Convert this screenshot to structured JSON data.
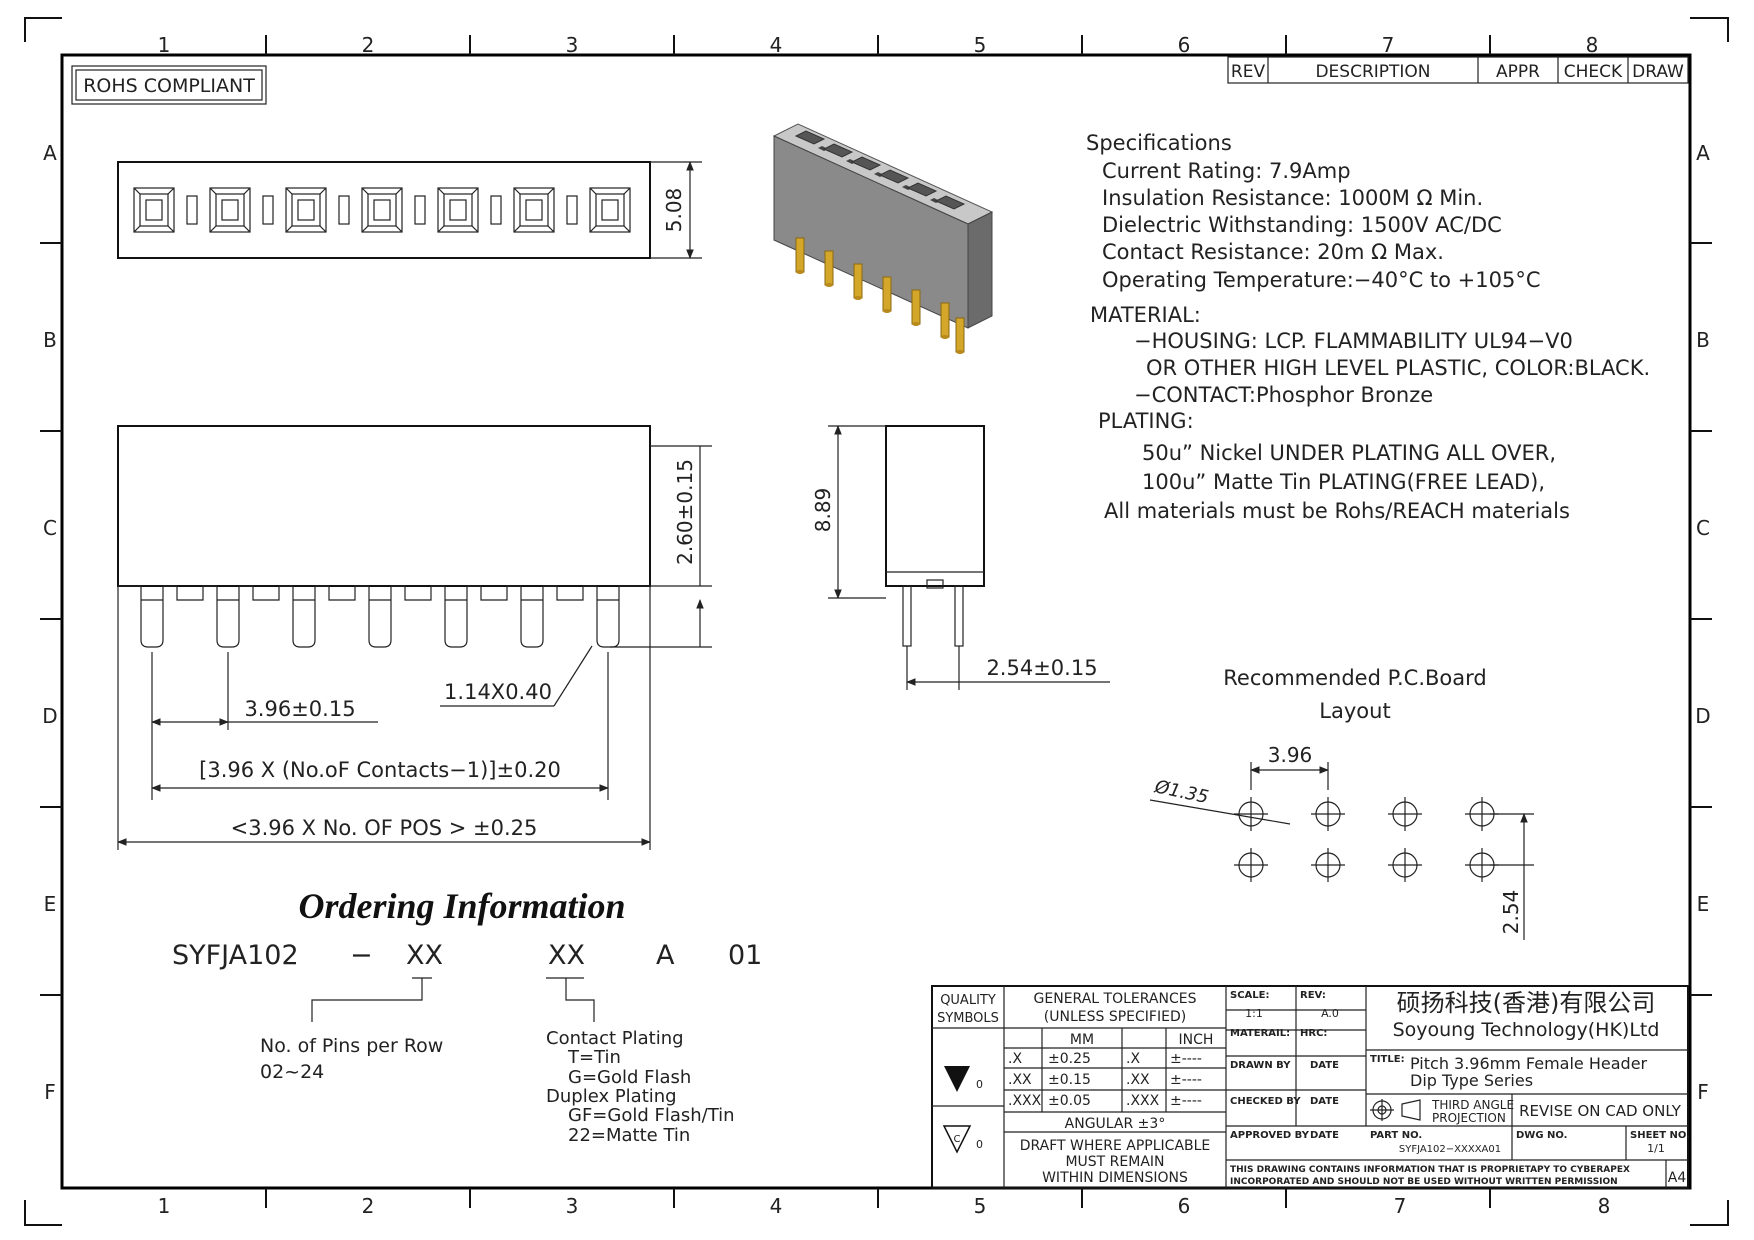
{
  "frame": {
    "columns": [
      "1",
      "2",
      "3",
      "4",
      "5",
      "6",
      "7",
      "8"
    ],
    "rows": [
      "A",
      "B",
      "C",
      "D",
      "E",
      "F"
    ]
  },
  "rohs": "ROHS COMPLIANT",
  "revision_table": {
    "rev": "REV",
    "description": "DESCRIPTION",
    "appr": "APPR",
    "check": "CHECK",
    "draw": "DRAW"
  },
  "specifications": {
    "title": "Specifications",
    "lines": [
      "Current  Rating:    7.9Amp",
      "Insulation  Resistance:  1000M Ω Min.",
      "Dielectric  Withstanding:    1500V AC/DC",
      "Contact  Resistance:    20m Ω Max.",
      "Operating  Temperature:−40°C  to  +105°C"
    ]
  },
  "material": {
    "title": "MATERIAL:",
    "lines": [
      "−HOUSING:  LCP.  FLAMMABILITY  UL94−V0",
      "OR  OTHER  HIGH  LEVEL  PLASTIC,  COLOR:BLACK.",
      "−CONTACT:Phosphor  Bronze"
    ]
  },
  "plating": {
    "title": "PLATING:",
    "lines": [
      "50u”  Nickel  UNDER  PLATING  ALL  OVER,",
      "100u”  Matte  Tin  PLATING(FREE  LEAD),",
      "All  materials  must  be  Rohs/REACH  materials"
    ]
  },
  "dimensions": {
    "top_height": "5.08",
    "body_height": "2.60±0.15",
    "pitch": "3.96±0.15",
    "pin_size": "1.14X0.40",
    "span_contacts": "[3.96  X  (No.oF  Contacts−1)]±0.20",
    "overall": "<3.96  X  No.  OF  POS  >  ±0.25",
    "side_height": "8.89",
    "side_pin_pitch": "2.54±0.15"
  },
  "pcb_layout": {
    "title_line1": "Recommended  P.C.Board",
    "title_line2": "Layout",
    "pitch": "3.96",
    "hole_dia": "Ø1.35",
    "row_pitch": "2.54"
  },
  "ordering": {
    "title": "Ordering Information",
    "part_prefix": "SYFJA102",
    "dash": "−",
    "field1": "XX",
    "field2": "XX",
    "field3": "A",
    "field4": "01",
    "pins_label": "No.  of  Pins  per  Row",
    "pins_range": "02~24",
    "contact_plating": "Contact  Plating",
    "cp_t": "T=Tin",
    "cp_g": "G=Gold  Flash",
    "duplex": "Duplex  Plating",
    "dp_gf": "GF=Gold  Flash/Tin",
    "dp_22": "22=Matte  Tin"
  },
  "title_block": {
    "quality": "QUALITY",
    "symbols": "SYMBOLS",
    "sym_sub": "0",
    "gen_tol": "GENERAL  TOLERANCES",
    "unless": "(UNLESS  SPECIFIED)",
    "mm": "MM",
    "inch": "INCH",
    "tol_rows": [
      {
        "a": ".X",
        "b": "±0.25",
        "c": ".X",
        "d": "±----"
      },
      {
        "a": ".XX",
        "b": "±0.15",
        "c": ".XX",
        "d": "±----"
      },
      {
        "a": ".XXX",
        "b": "±0.05",
        "c": ".XXX",
        "d": "±----"
      }
    ],
    "angular": "ANGULAR  ±3°",
    "draft1": "DRAFT  WHERE  APPLICABLE",
    "draft2": "MUST  REMAIN",
    "draft3": "WITHIN  DIMENSIONS",
    "scale_label": "SCALE:",
    "scale_val": "1:1",
    "rev_label": "REV:",
    "rev_val": "A.0",
    "material_label": "MATERAIL:",
    "hrc_label": "HRC:",
    "drawn_by": "DRAWN  BY",
    "date": "DATE",
    "checked_by": "CHECKED  BY",
    "approved_by": "APPROVED  BY",
    "company_cn": "硕扬科技(香港)有限公司",
    "company_en": "Soyoung  Technology(HK)Ltd",
    "title_label": "TITLE:",
    "title_line1": "Pitch  3.96mm  Female  Header",
    "title_line2": "Dip  Type  Series",
    "third_angle1": "THIRD  ANGLE",
    "third_angle2": "PROJECTION",
    "revise": "REVISE  ON  CAD  ONLY",
    "part_no_label": "PART  NO.",
    "part_no": "SYFJA102−XXXXA01",
    "dwg_no": "DWG  NO.",
    "sheet_no": "SHEET  NO.",
    "sheet_val": "1/1",
    "notice1": "THIS  DRAWING  CONTAINS  INFORMATION  THAT  IS  PROPRIETAPY  TO  CYBERAPEX",
    "notice2": "INCORPORATED  AND  SHOULD  NOT  BE  USED  WITHOUT  WRITTEN  PERMISSION",
    "size": "A4"
  }
}
